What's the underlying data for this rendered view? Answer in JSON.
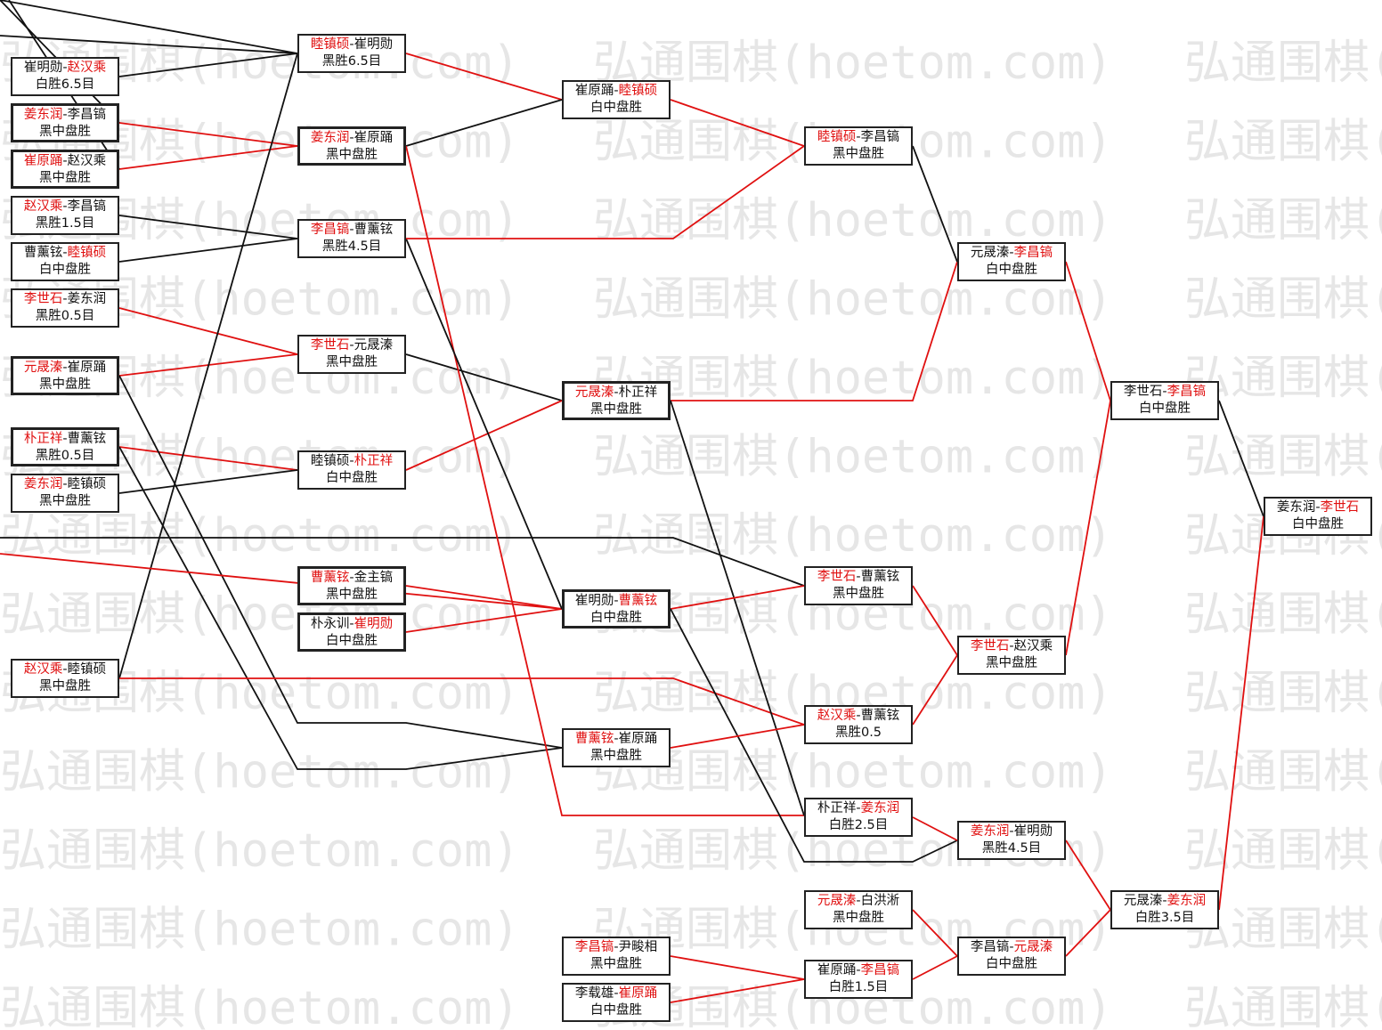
{
  "watermark": "弘通围棋(hoetom.com)",
  "colors": {
    "winner": "#e01010",
    "line": "#111111",
    "box_border": "#222222"
  },
  "matches": [
    {
      "id": "r1_1",
      "p1": "崔明勋",
      "p2": "赵汉乘",
      "win": 2,
      "result": "白胜6.5目"
    },
    {
      "id": "r1_2",
      "p1": "姜东润",
      "p2": "李昌镐",
      "win": 1,
      "result": "黑中盘胜"
    },
    {
      "id": "r1_3",
      "p1": "崔原踊",
      "p2": "赵汉乘",
      "win": 1,
      "result": "黑中盘胜"
    },
    {
      "id": "r1_4",
      "p1": "赵汉乘",
      "p2": "李昌镐",
      "win": 1,
      "result": "黑胜1.5目"
    },
    {
      "id": "r1_5",
      "p1": "曹薰铉",
      "p2": "睦镇硕",
      "win": 2,
      "result": "白中盘胜"
    },
    {
      "id": "r1_6",
      "p1": "李世石",
      "p2": "姜东润",
      "win": 1,
      "result": "黑胜0.5目"
    },
    {
      "id": "r1_7",
      "p1": "元晟溱",
      "p2": "崔原踊",
      "win": 1,
      "result": "黑中盘胜"
    },
    {
      "id": "r1_8",
      "p1": "朴正祥",
      "p2": "曹薰铉",
      "win": 1,
      "result": "黑胜0.5目"
    },
    {
      "id": "r1_9",
      "p1": "姜东润",
      "p2": "睦镇硕",
      "win": 1,
      "result": "黑中盘胜"
    },
    {
      "id": "r1_10",
      "p1": "赵汉乘",
      "p2": "睦镇硕",
      "win": 1,
      "result": "黑中盘胜"
    },
    {
      "id": "r2_1",
      "p1": "睦镇硕",
      "p2": "崔明勋",
      "win": 1,
      "result": "黑胜6.5目"
    },
    {
      "id": "r2_2",
      "p1": "姜东润",
      "p2": "崔原踊",
      "win": 1,
      "result": "黑中盘胜"
    },
    {
      "id": "r2_3",
      "p1": "李昌镐",
      "p2": "曹薰铉",
      "win": 1,
      "result": "黑胜4.5目"
    },
    {
      "id": "r2_4",
      "p1": "李世石",
      "p2": "元晟溱",
      "win": 1,
      "result": "黑中盘胜"
    },
    {
      "id": "r2_5",
      "p1": "睦镇硕",
      "p2": "朴正祥",
      "win": 2,
      "result": "白中盘胜"
    },
    {
      "id": "r2_6",
      "p1": "曹薰铉",
      "p2": "金主镐",
      "win": 1,
      "result": "黑中盘胜"
    },
    {
      "id": "r2_7",
      "p1": "朴永训",
      "p2": "崔明勋",
      "win": 2,
      "result": "白中盘胜"
    },
    {
      "id": "r3_1",
      "p1": "崔原踊",
      "p2": "睦镇硕",
      "win": 2,
      "result": "白中盘胜"
    },
    {
      "id": "r3_2",
      "p1": "元晟溱",
      "p2": "朴正祥",
      "win": 1,
      "result": "黑中盘胜"
    },
    {
      "id": "r3_3",
      "p1": "崔明勋",
      "p2": "曹薰铉",
      "win": 2,
      "result": "白中盘胜"
    },
    {
      "id": "r3_4",
      "p1": "曹薰铉",
      "p2": "崔原踊",
      "win": 1,
      "result": "黑中盘胜"
    },
    {
      "id": "r3_5",
      "p1": "李昌镐",
      "p2": "尹畯相",
      "win": 1,
      "result": "黑中盘胜"
    },
    {
      "id": "r3_6",
      "p1": "李载雄",
      "p2": "崔原踊",
      "win": 2,
      "result": "白中盘胜"
    },
    {
      "id": "r4_1",
      "p1": "睦镇硕",
      "p2": "李昌镐",
      "win": 1,
      "result": "黑中盘胜"
    },
    {
      "id": "r4_2",
      "p1": "李世石",
      "p2": "曹薰铉",
      "win": 1,
      "result": "黑中盘胜"
    },
    {
      "id": "r4_3",
      "p1": "赵汉乘",
      "p2": "曹薰铉",
      "win": 1,
      "result": "黑胜0.5"
    },
    {
      "id": "r4_4",
      "p1": "朴正祥",
      "p2": "姜东润",
      "win": 2,
      "result": "白胜2.5目"
    },
    {
      "id": "r4_5",
      "p1": "元晟溱",
      "p2": "白洪淅",
      "win": 1,
      "result": "黑中盘胜"
    },
    {
      "id": "r4_6",
      "p1": "崔原踊",
      "p2": "李昌镐",
      "win": 2,
      "result": "白胜1.5目"
    },
    {
      "id": "r5_1",
      "p1": "元晟溱",
      "p2": "李昌镐",
      "win": 2,
      "result": "白中盘胜"
    },
    {
      "id": "r5_2",
      "p1": "李世石",
      "p2": "赵汉乘",
      "win": 1,
      "result": "黑中盘胜"
    },
    {
      "id": "r5_3",
      "p1": "姜东润",
      "p2": "崔明勋",
      "win": 1,
      "result": "黑胜4.5目"
    },
    {
      "id": "r5_4",
      "p1": "李昌镐",
      "p2": "元晟溱",
      "win": 2,
      "result": "白中盘胜"
    },
    {
      "id": "r6_1",
      "p1": "李世石",
      "p2": "李昌镐",
      "win": 2,
      "result": "白中盘胜"
    },
    {
      "id": "r6_2",
      "p1": "元晟溱",
      "p2": "姜东润",
      "win": 2,
      "result": "白胜3.5目"
    },
    {
      "id": "r7_1",
      "p1": "姜东润",
      "p2": "李世石",
      "win": 2,
      "result": "白中盘胜"
    }
  ]
}
